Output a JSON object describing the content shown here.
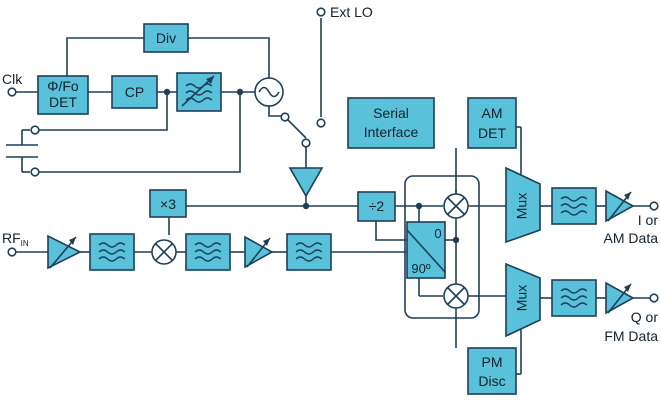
{
  "blocks": {
    "div": "Div",
    "pfd_line1": "Φ/Fo",
    "pfd_line2": "DET",
    "cp": "CP",
    "serial_line1": "Serial",
    "serial_line2": "Interface",
    "am_line1": "AM",
    "am_line2": "DET",
    "pm_line1": "PM",
    "pm_line2": "Disc",
    "x3": "×3",
    "div2": "÷2",
    "mux_i": "Mux",
    "mux_q": "Mux",
    "phase_0": "0",
    "phase_90": "90º"
  },
  "ports": {
    "clk": "Clk",
    "ext_lo": "Ext LO",
    "rf": "RF",
    "rf_sub": "IN",
    "out_i_line1": "I or",
    "out_i_line2": "AM Data",
    "out_q_line1": "Q or",
    "out_q_line2": "FM Data"
  },
  "colors": {
    "block_fill": "#59c1da",
    "line": "#1e3f5a"
  }
}
